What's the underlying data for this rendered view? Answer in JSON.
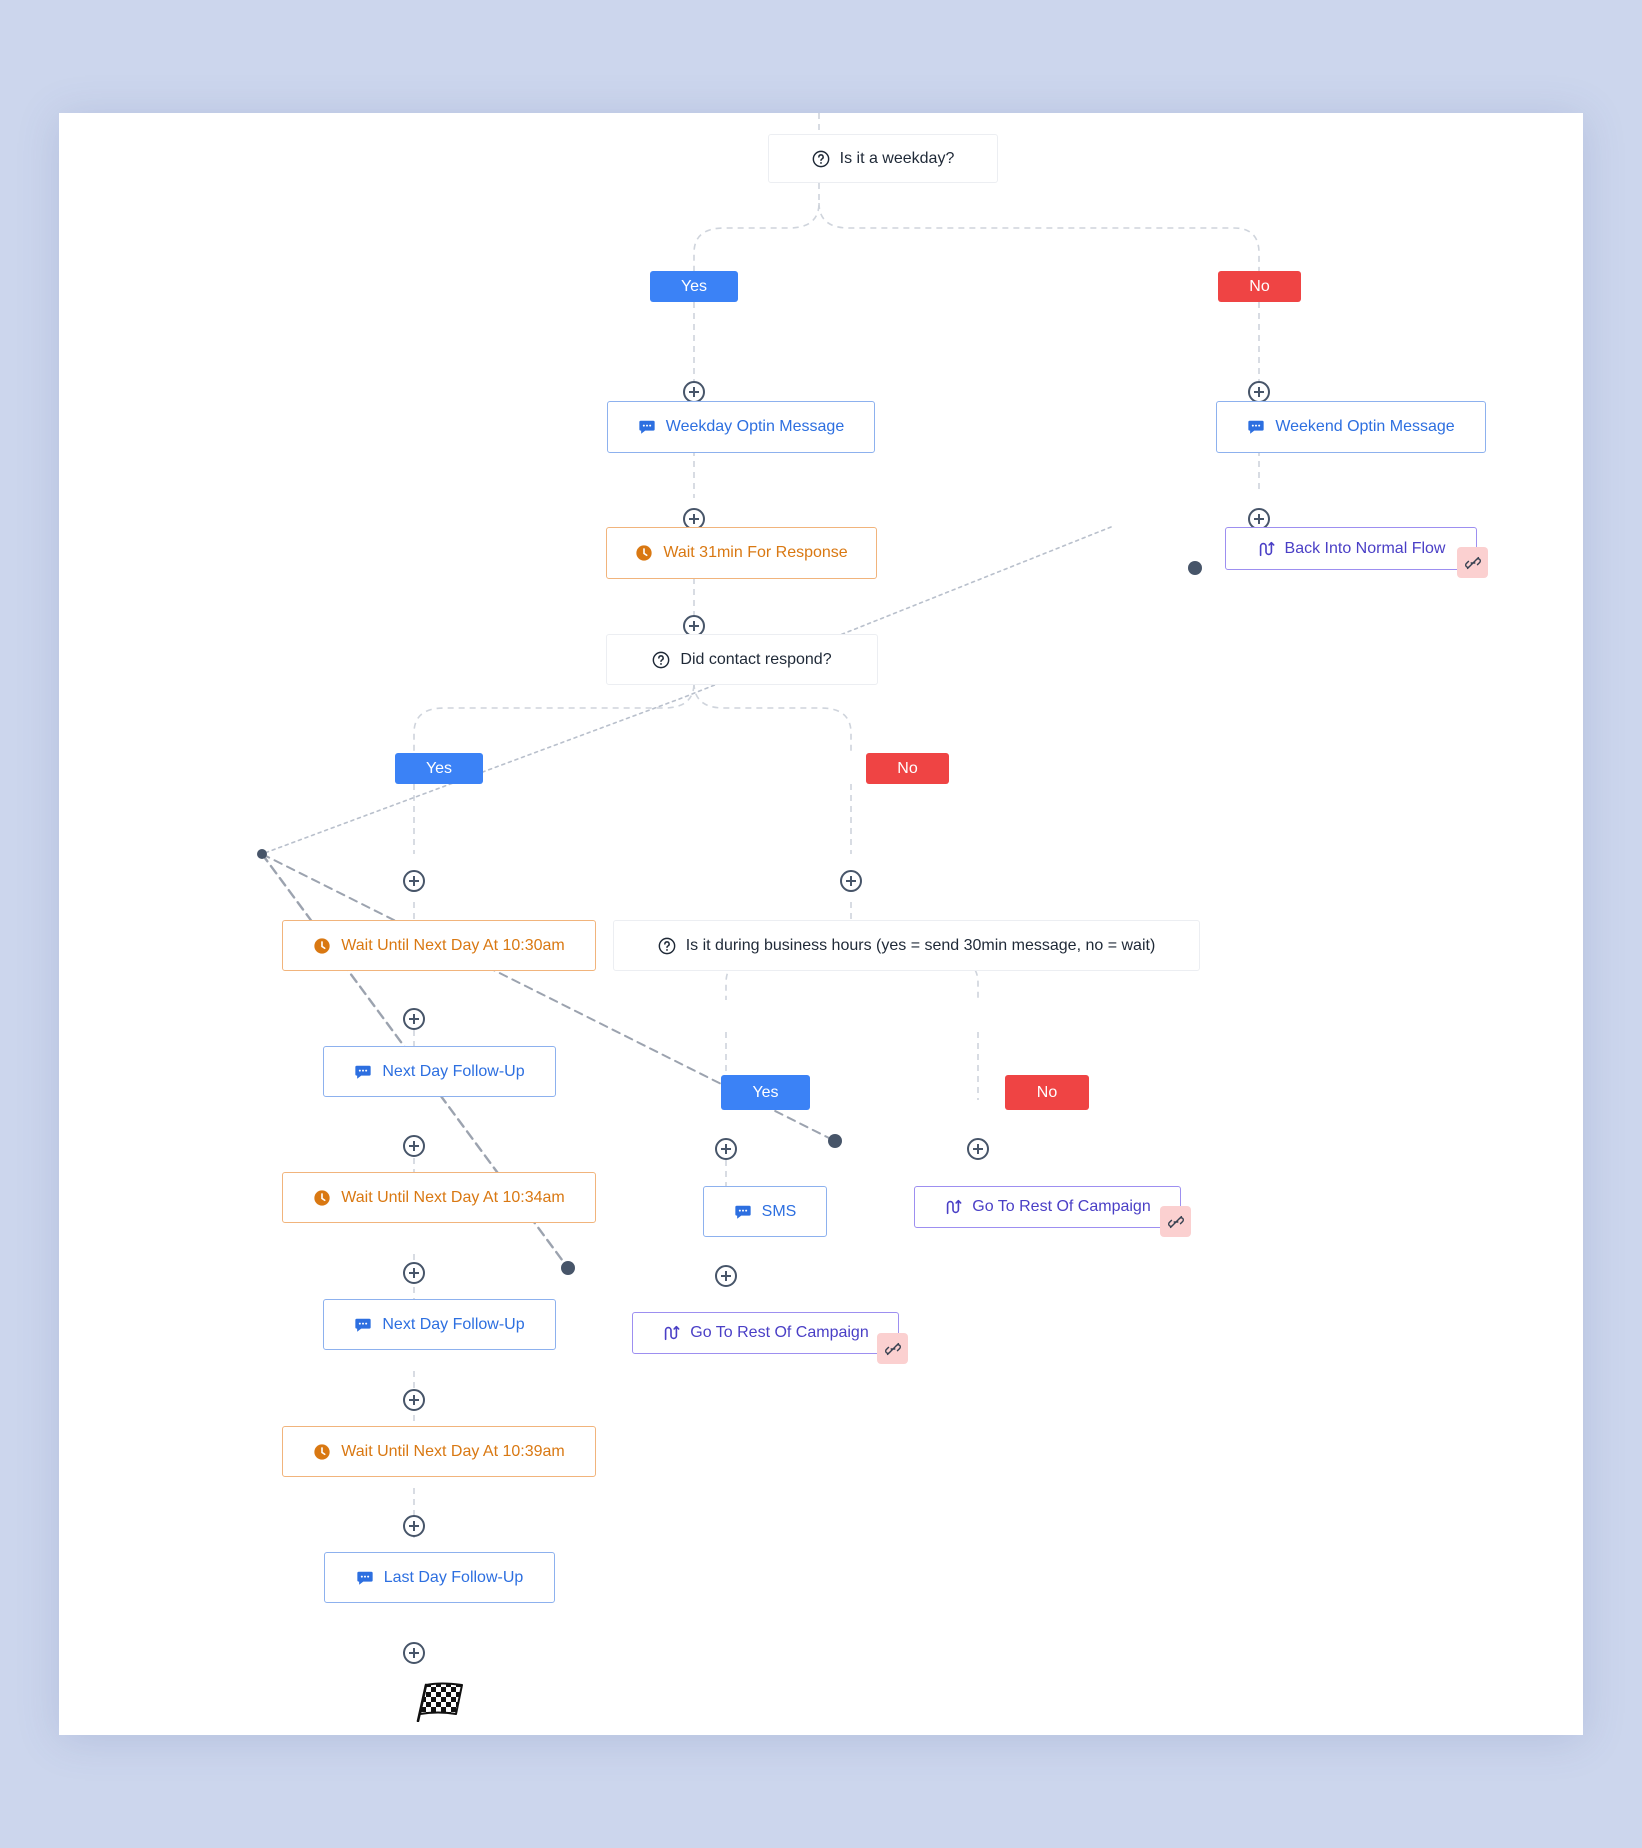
{
  "colors": {
    "yes_badge": "#3b82f6",
    "no_badge": "#ef4444",
    "message_accent": "#2d6fe0",
    "wait_accent": "#d97812",
    "goto_accent": "#4a3fc6",
    "unlink_bg": "#fbd0d0",
    "background": "#ccd6ed"
  },
  "branch_labels": {
    "yes": "Yes",
    "no": "No"
  },
  "nodes": {
    "q_weekday": {
      "label": "Is it a weekday?",
      "icon": "question-circle-icon"
    },
    "weekday_optin": {
      "label": "Weekday Optin Message",
      "icon": "chat-bubble-icon"
    },
    "weekend_optin": {
      "label": "Weekend Optin Message",
      "icon": "chat-bubble-icon"
    },
    "wait_31": {
      "label": "Wait 31min For Response",
      "icon": "clock-icon"
    },
    "back_normal": {
      "label": "Back Into Normal Flow",
      "icon": "route-icon"
    },
    "q_respond": {
      "label": "Did contact respond?",
      "icon": "question-circle-icon"
    },
    "wait_1030": {
      "label": "Wait Until Next Day At 10:30am",
      "icon": "clock-icon"
    },
    "q_business": {
      "label": "Is it during business hours (yes = send 30min message, no = wait)",
      "icon": "question-circle-icon"
    },
    "followup_1": {
      "label": "Next Day Follow-Up",
      "icon": "chat-bubble-icon"
    },
    "sms": {
      "label": "SMS",
      "icon": "chat-bubble-icon"
    },
    "goto_rest_1": {
      "label": "Go To Rest Of Campaign",
      "icon": "route-icon"
    },
    "wait_1034": {
      "label": "Wait Until Next Day At 10:34am",
      "icon": "clock-icon"
    },
    "followup_2": {
      "label": "Next Day Follow-Up",
      "icon": "chat-bubble-icon"
    },
    "goto_rest_2": {
      "label": "Go To Rest Of Campaign",
      "icon": "route-icon"
    },
    "wait_1039": {
      "label": "Wait Until Next Day At 10:39am",
      "icon": "clock-icon"
    },
    "last_followup": {
      "label": "Last Day Follow-Up",
      "icon": "chat-bubble-icon"
    }
  },
  "end_marker": {
    "icon": "checkered-flag-icon"
  }
}
